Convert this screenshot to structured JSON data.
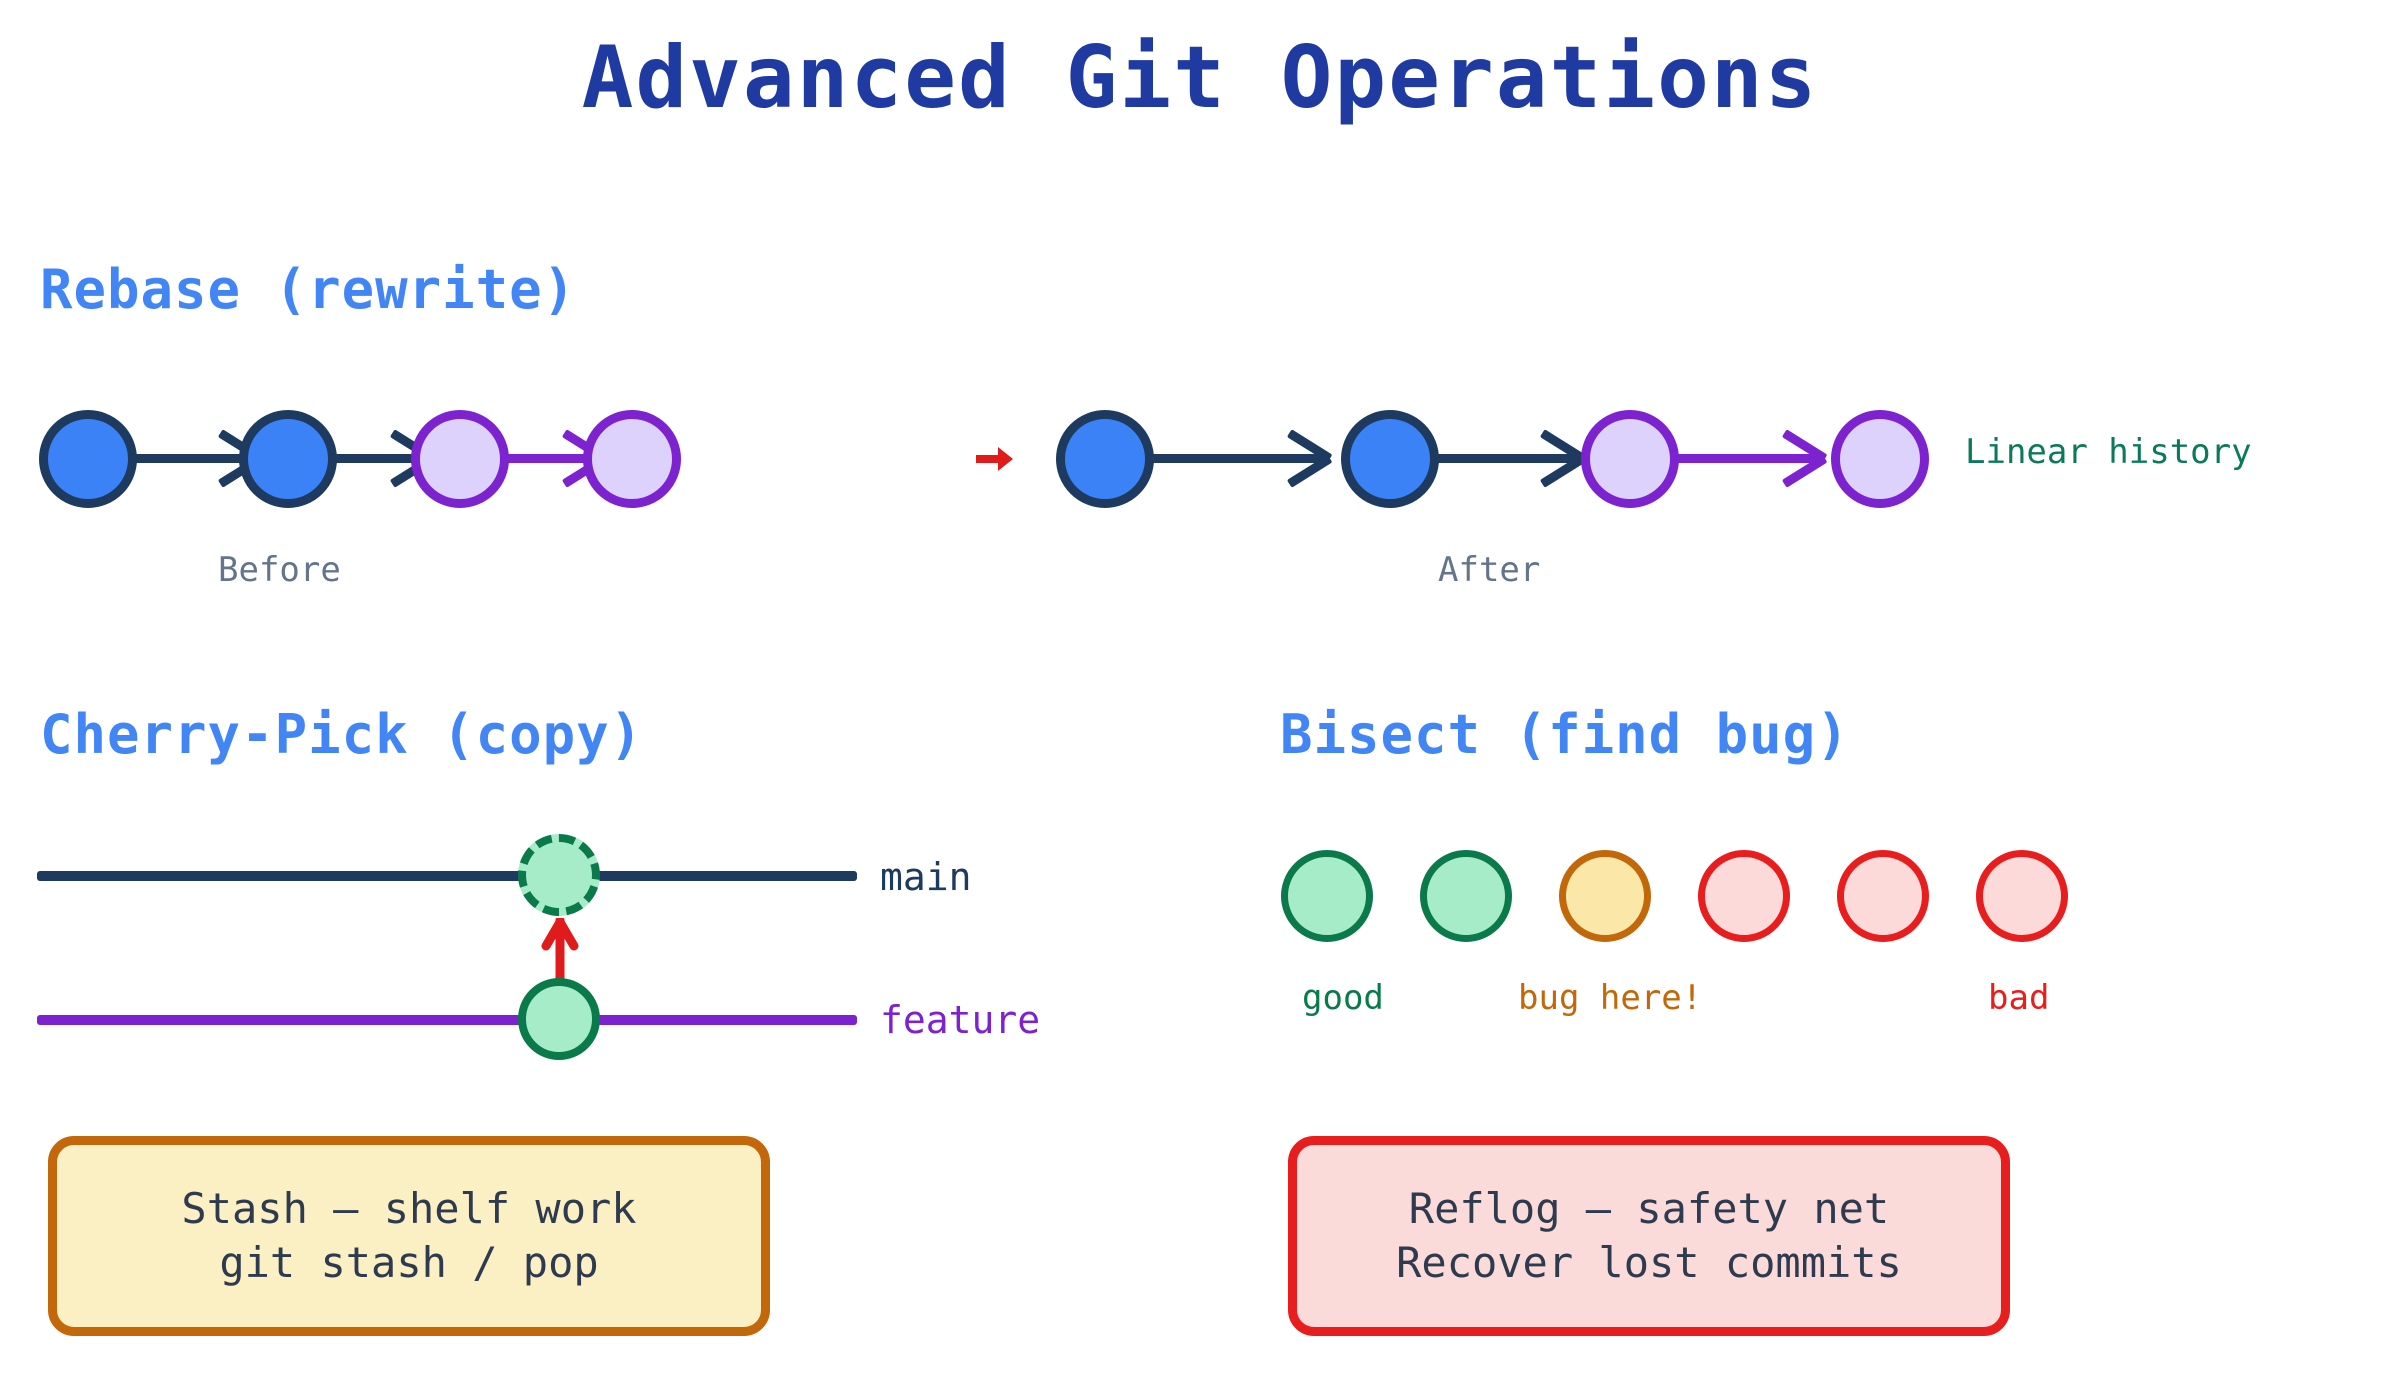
{
  "page": {
    "title": "Advanced Git Operations",
    "background": "#ffffff"
  },
  "colors": {
    "title": "#1f3aa0",
    "section_heading": "#4285f4",
    "commit_blue_fill": "#3b82f6",
    "commit_blue_border": "#1e3a5f",
    "commit_violet_fill": "#ddd2fb",
    "commit_violet_border": "#7c22ce",
    "caption": "#64748b",
    "green": "#0b7a4b",
    "green_fill": "#a6ecc8",
    "amber": "#c2680a",
    "amber_fill": "#fbe8a8",
    "red": "#e81d1d",
    "red_fill": "#fcdada",
    "teal_note": "#0b7a5b",
    "transform_arrow": "#e01b1b"
  },
  "sections": {
    "rebase": {
      "heading": "Rebase (rewrite)",
      "before": {
        "caption": "Before",
        "nodes": [
          {
            "name": "commit-1",
            "kind": "base"
          },
          {
            "name": "commit-2",
            "kind": "base"
          },
          {
            "name": "commit-3",
            "kind": "feature"
          },
          {
            "name": "commit-4",
            "kind": "feature"
          }
        ]
      },
      "after": {
        "caption": "After",
        "nodes": [
          {
            "name": "commit-1",
            "kind": "base"
          },
          {
            "name": "commit-2",
            "kind": "base"
          },
          {
            "name": "commit-3",
            "kind": "feature"
          },
          {
            "name": "commit-4",
            "kind": "feature"
          }
        ]
      },
      "transform_arrow_icon": "right-arrow-icon",
      "note": "Linear history"
    },
    "cherry_pick": {
      "heading": "Cherry-Pick (copy)",
      "branches": [
        {
          "name": "main",
          "label": "main"
        },
        {
          "name": "feature",
          "label": "feature"
        }
      ],
      "copy_arrow_icon": "up-arrow-icon"
    },
    "bisect": {
      "heading": "Bisect (find bug)",
      "nodes": [
        {
          "state": "good"
        },
        {
          "state": "good"
        },
        {
          "state": "bug"
        },
        {
          "state": "bad"
        },
        {
          "state": "bad"
        },
        {
          "state": "bad"
        }
      ],
      "labels": {
        "good": "good",
        "bug": "bug here!",
        "bad": "bad"
      }
    }
  },
  "callouts": [
    {
      "name": "stash",
      "line1": "Stash — shelf work",
      "line2": "git stash / pop",
      "fill": "#fbefc4",
      "border": "#c2680a"
    },
    {
      "name": "reflog",
      "line1": "Reflog — safety net",
      "line2": "Recover lost commits",
      "fill": "#fbdada",
      "border": "#e81d1d"
    }
  ]
}
